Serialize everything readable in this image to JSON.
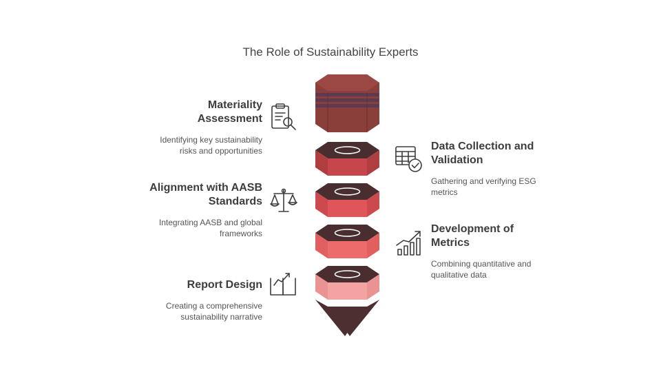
{
  "title": "The Role of Sustainability Experts",
  "items": [
    {
      "heading": "Materiality\nAssessment",
      "description": "Identifying key sustainability\nrisks and opportunities",
      "icon": "clipboard-search-icon",
      "side": "left",
      "color": "#8b3f3b"
    },
    {
      "heading": "Data Collection and\nValidation",
      "description": "Gathering and verifying ESG\nmetrics",
      "icon": "table-check-icon",
      "side": "right",
      "color": "#c5474b"
    },
    {
      "heading": "Alignment with AASB\nStandards",
      "description": "Integrating AASB and global\nframeworks",
      "icon": "scales-icon",
      "side": "left",
      "color": "#e05559"
    },
    {
      "heading": "Development of\nMetrics",
      "description": "Combining quantitative and\nqualitative data",
      "icon": "growth-chart-icon",
      "side": "right",
      "color": "#ee6b6c"
    },
    {
      "heading": "Report Design",
      "description": "Creating a comprehensive\nsustainability narrative",
      "icon": "open-book-chart-icon",
      "side": "left",
      "color": "#f3a3a1"
    }
  ],
  "colors": {
    "dark_top": "#4a2d2f",
    "stripe": "#5b3a52",
    "tip": "#4e2f31"
  }
}
